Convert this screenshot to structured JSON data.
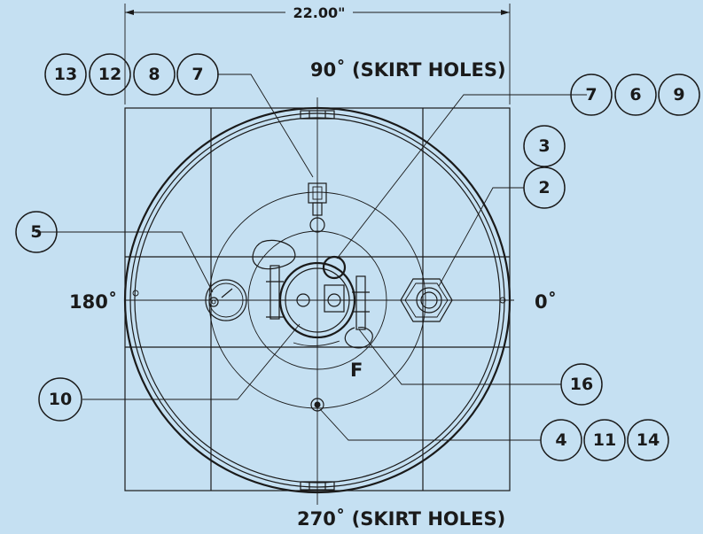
{
  "drawing": {
    "dimension": "22.00\"",
    "labels": {
      "deg90": "90˚ (SKIRT HOLES)",
      "deg270": "270˚ (SKIRT HOLES)",
      "deg180": "180˚",
      "deg0": "0˚",
      "front": "F"
    },
    "callouts": {
      "group_13_12_8_7": [
        "13",
        "12",
        "8",
        "7"
      ],
      "group_7_6_9": [
        "7",
        "6",
        "9"
      ],
      "item_3": "3",
      "item_2": "2",
      "item_5": "5",
      "item_10": "10",
      "item_16": "16",
      "group_4_11_14": [
        "4",
        "11",
        "14"
      ]
    }
  }
}
